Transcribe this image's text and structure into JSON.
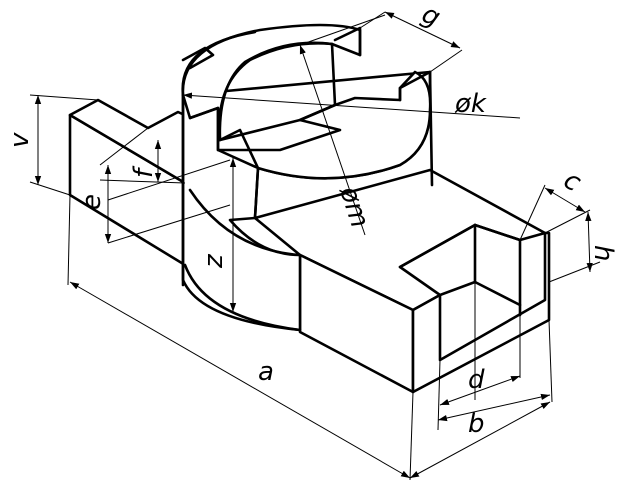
{
  "labels": {
    "g": "g",
    "k": "øk",
    "v": "v",
    "f": "f",
    "e": "e",
    "m": "øm",
    "z": "z",
    "c": "c",
    "h": "h",
    "a": "a",
    "d": "d",
    "b": "b"
  }
}
